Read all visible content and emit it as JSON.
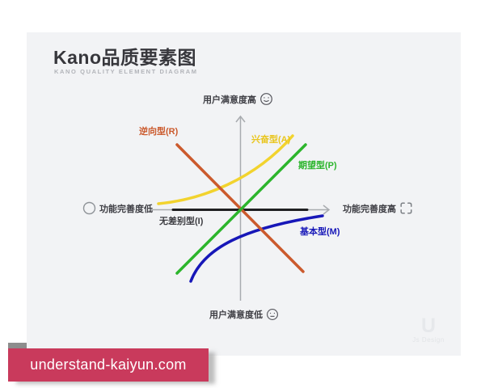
{
  "header": {
    "title": "Kano品质要素图",
    "subtitle": "KANO QUALITY ELEMENT DIAGRAM"
  },
  "diagram": {
    "axis_labels": {
      "top": "用户满意度高",
      "bottom": "用户满意度低",
      "left": "功能完善度低",
      "right": "功能完善度高"
    },
    "axis_color": "#a8abaf",
    "icon_color": "#55555c",
    "curves": [
      {
        "id": "reverse",
        "label": "逆向型(R)",
        "stroke": "#cb5a2d",
        "label_color": "#cb5a2d"
      },
      {
        "id": "attractive",
        "label": "兴奋型(A)",
        "stroke": "#f2d32e",
        "label_color": "#e9c51c"
      },
      {
        "id": "performance",
        "label": "期望型(P)",
        "stroke": "#2cb52c",
        "label_color": "#2cb52c"
      },
      {
        "id": "indifferent",
        "label": "无差别型(I)",
        "stroke": "#202022",
        "label_color": "#3c3c41"
      },
      {
        "id": "must-be",
        "label": "基本型(M)",
        "stroke": "#1717b8",
        "label_color": "#1717b8"
      }
    ]
  },
  "watermark": {
    "logo_text": "U",
    "label": "Js Design"
  },
  "banner": {
    "text": "understand-kaiyun.com",
    "background": "#c93a5c"
  },
  "colors": {
    "page_bg": "#ffffff",
    "card_bg": "#f2f3f5",
    "text_dark": "#3e3e44"
  }
}
